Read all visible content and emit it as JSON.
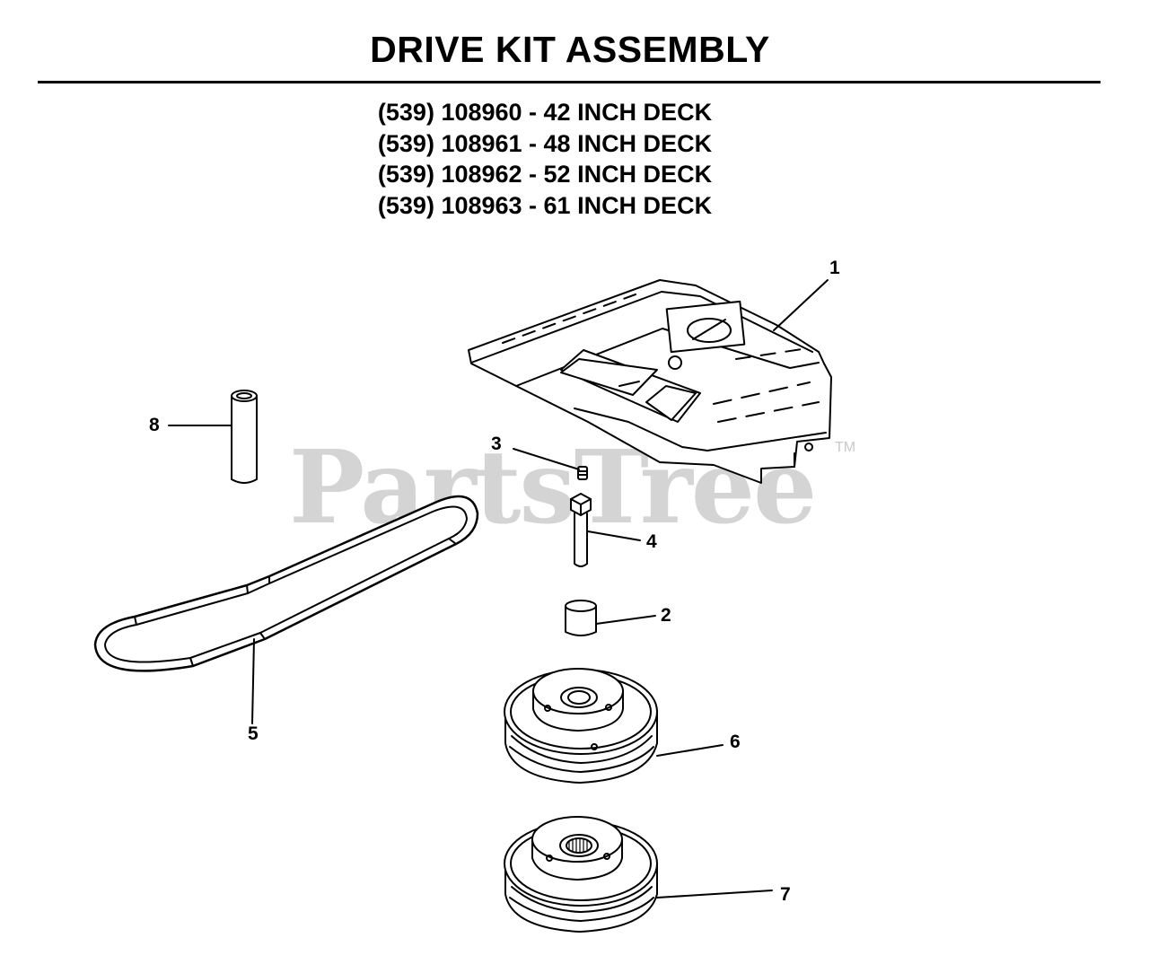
{
  "header": {
    "title": "DRIVE KIT ASSEMBLY",
    "subtitles": [
      "(539) 108960 - 42 INCH DECK",
      "(539) 108961 - 48 INCH DECK",
      "(539) 108962 - 52 INCH DECK",
      "(539) 108963 - 61 INCH DECK"
    ]
  },
  "watermark": {
    "text": "PartsTree",
    "trademark": "TM"
  },
  "callouts": {
    "c1": "1",
    "c2": "2",
    "c3": "3",
    "c4": "4",
    "c5": "5",
    "c6": "6",
    "c7": "7",
    "c8": "8"
  }
}
